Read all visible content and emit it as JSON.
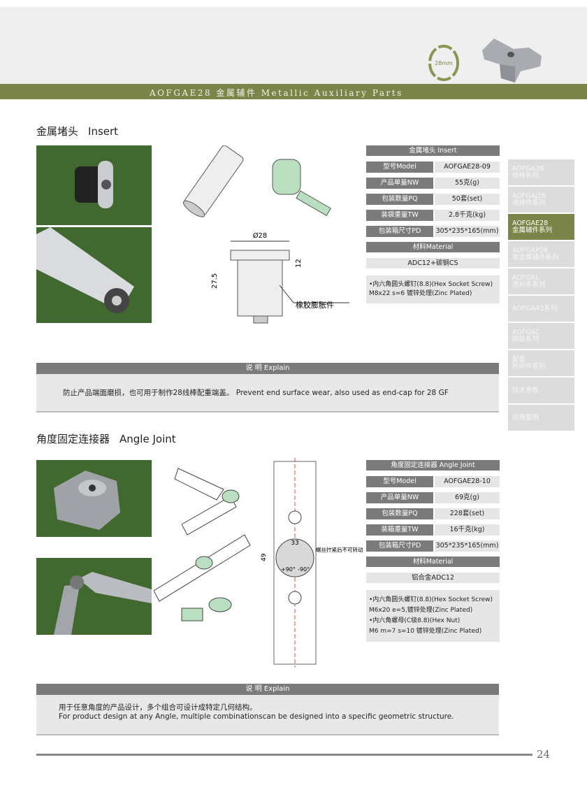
{
  "header": {
    "badge": "28mm",
    "band_title": "AOFGAE28 金属辅件 Metallic Auxiliary Parts"
  },
  "sidebar": [
    {
      "line1": "AOFGA28",
      "line2": "线棒系列",
      "active": false
    },
    {
      "line1": "AOFGAJ28",
      "line2": "连接件系列",
      "active": false
    },
    {
      "line1": "AOFGAE28",
      "line2": "金属辅件系列",
      "active": true
    },
    {
      "line1": "AOFGAP28",
      "line2": "非金属辅件系列",
      "active": false
    },
    {
      "line1": "AOFGAL",
      "line2": "流利条系列",
      "active": false
    },
    {
      "line1": "AOFGA43系列",
      "line2": "",
      "active": false
    },
    {
      "line1": "AOFGAC",
      "line2": "脚轮系列",
      "active": false
    },
    {
      "line1": "配套",
      "line2": "外购件系列",
      "active": false
    },
    {
      "line1": "技术参数",
      "line2": "",
      "active": false
    },
    {
      "line1": "应用案例",
      "line2": "",
      "active": false
    }
  ],
  "insert": {
    "title_cn": "金属堵头",
    "title_en": "Insert",
    "dim_d": "Ø28",
    "dim_h": "27.5",
    "dim_12": "12",
    "callout": "橡胶膨胀件",
    "table_title": "金属堵头  Insert",
    "rows": [
      [
        "型号Model",
        "AOFGAE28-09"
      ],
      [
        "产品单量NW",
        "55克(g)"
      ],
      [
        "包装数量PQ",
        "50套(set)"
      ],
      [
        "装袋重量TW",
        "2.8千克(kg)"
      ],
      [
        "包装箱尺寸PD",
        "305*235*165(mm)"
      ]
    ],
    "material_label": "材料Material",
    "material": "ADC12+碳钢CS",
    "notes": [
      "•内六角圆头螺钉(8.8)(Hex Socket Screw)",
      "M8x22  s=6  镀锌处理(Zinc Plated)"
    ],
    "explain_label": "说 明  Explain",
    "explain": [
      "防止产品端面磨损，也可用于制作28线棒配重端盖。   Prevent end surface wear, also used as end-cap for 28 GF"
    ]
  },
  "angle": {
    "title_cn": "角度固定连接器",
    "title_en": "Angle Joint",
    "dim_33": "33",
    "dim_49": "49",
    "plus90": "+90°",
    "minus90": "-90°",
    "callout": "螺丝拧紧后不可转动",
    "table_title": "角度固定连接器  Angle Joint",
    "rows": [
      [
        "型号Model",
        "AOFGAE28-10"
      ],
      [
        "产品单量NW",
        "69克(g)"
      ],
      [
        "包装数量PQ",
        "228套(set)"
      ],
      [
        "装箱重量TW",
        "16千克(kg)"
      ],
      [
        "包装箱尺寸PD",
        "305*235*165(mm)"
      ]
    ],
    "material_label": "材料Material",
    "material": "铝合金ADC12",
    "notes": [
      "•内六角圆头螺钉(8.8)(Hex Socket Screw)",
      "M6x20  e=5,镀锌处理(Zinc Plated)",
      "•内六角螺母(C级8.8)(Hex Nut)",
      "M6  m=7  s=10  镀锌处理(Zinc Plated)"
    ],
    "explain_label": "说 明  Explain",
    "explain": [
      "用于任意角度的产品设计，多个组合可设计成特定几何结构。",
      "For product design at any Angle, multiple combinationscan be designed into a specific geometric structure."
    ]
  },
  "footer": {
    "page": "24"
  }
}
